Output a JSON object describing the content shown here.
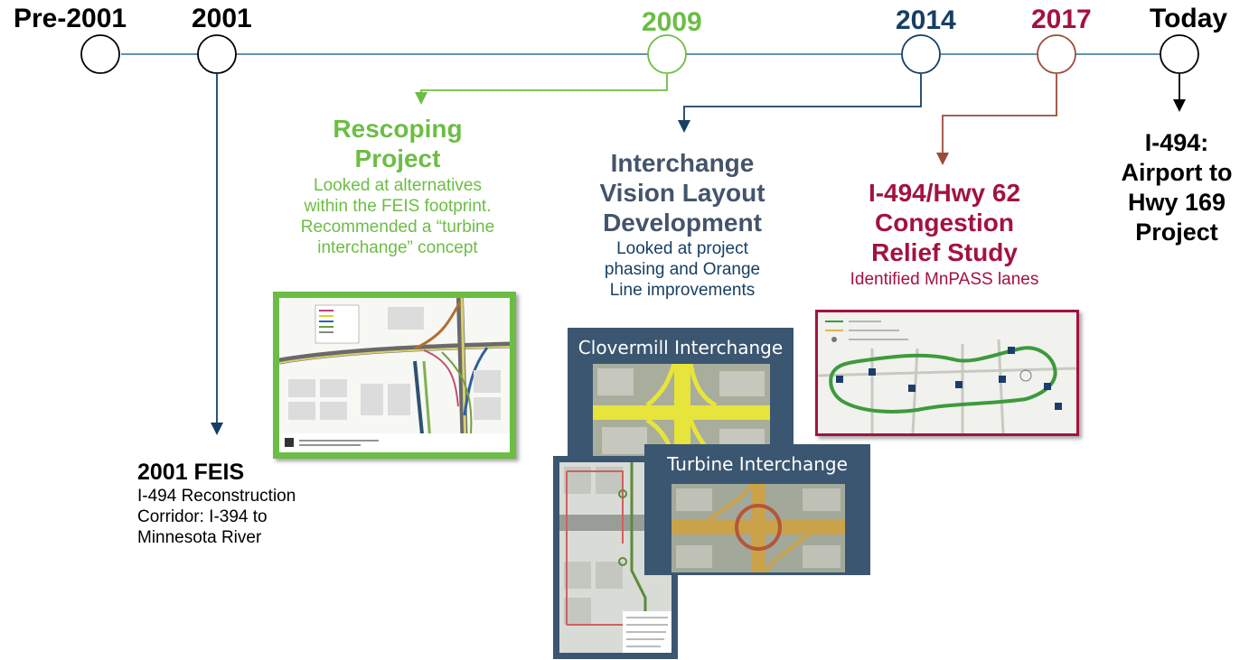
{
  "timeline": {
    "milestones": [
      {
        "label": "Pre-2001",
        "color": "#000000"
      },
      {
        "label": "2001",
        "color": "#000000"
      },
      {
        "label": "2009",
        "color": "#6cbd45"
      },
      {
        "label": "2014",
        "color": "#173f63"
      },
      {
        "label": "2017",
        "color": "#a3123e"
      },
      {
        "label": "Today",
        "color": "#000000"
      }
    ],
    "line_color": "#2f6f8f"
  },
  "events": {
    "feis": {
      "title": "2001 FEIS",
      "lines": [
        "I-494 Reconstruction",
        "Corridor: I-394 to",
        "Minnesota River"
      ],
      "color": "#000000"
    },
    "rescoping": {
      "title_lines": [
        "Rescoping",
        "Project"
      ],
      "lines": [
        "Looked at alternatives",
        "within the FEIS footprint.",
        "Recommended a “turbine",
        "interchange” concept"
      ],
      "color": "#6cbd45"
    },
    "vision": {
      "title_lines": [
        "Interchange",
        "Vision Layout",
        "Development"
      ],
      "lines": [
        "Looked at project",
        "phasing and Orange",
        "Line improvements"
      ],
      "title_color": "#44546a",
      "text_color": "#173f63"
    },
    "congestion": {
      "title_lines": [
        "I-494/Hwy 62",
        "Congestion",
        "Relief Study"
      ],
      "subtitle": "Identified MnPASS lanes",
      "color": "#a3123e"
    },
    "today": {
      "title_lines": [
        "I-494:",
        "Airport to",
        "Hwy 169",
        "Project"
      ],
      "color": "#000000"
    }
  },
  "images": {
    "clovermill": {
      "label": "Clovermill Interchange",
      "icon": "interchange-aerial-photo"
    },
    "turbine": {
      "label": "Turbine Interchange",
      "icon": "interchange-aerial-photo"
    },
    "rescoping_plan": {
      "icon": "interchange-layout-drawing"
    },
    "corridor_map": {
      "icon": "mnpass-corridor-map"
    },
    "orange_line_map": {
      "icon": "orange-line-alignment-map"
    }
  }
}
